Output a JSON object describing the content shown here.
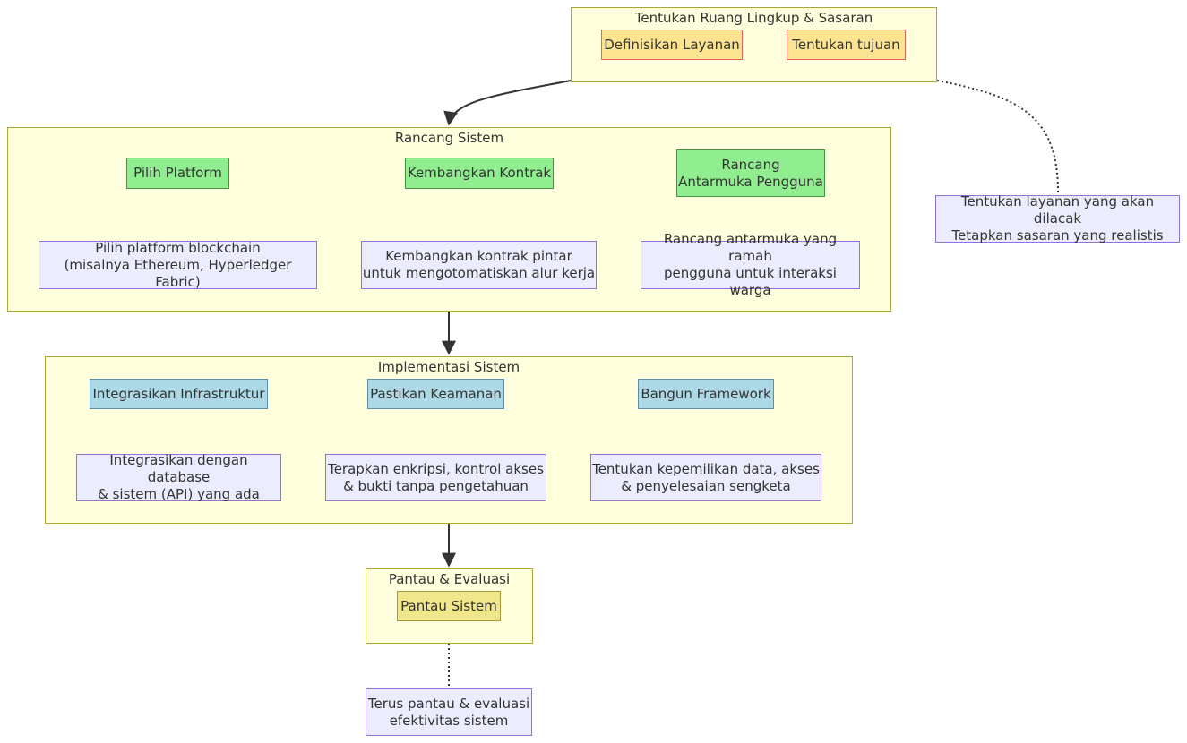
{
  "scope": {
    "title": "Tentukan Ruang Lingkup & Sasaran",
    "define_services": "Definisikan Layanan",
    "set_goals": "Tentukan tujuan",
    "note": "Tentukan layanan yang akan dilacak\nTetapkan sasaran yang realistis"
  },
  "design": {
    "title": "Rancang Sistem",
    "choose_platform": "Pilih Platform",
    "develop_contract": "Kembangkan Kontrak",
    "design_ui": "Rancang\nAntarmuka Pengguna",
    "platform_note": "Pilih platform blockchain\n(misalnya Ethereum, Hyperledger Fabric)",
    "contract_note": "Kembangkan kontrak pintar\nuntuk mengotomatiskan alur kerja",
    "ui_note": "Rancang antarmuka yang ramah\npengguna untuk interaksi warga"
  },
  "implement": {
    "title": "Implementasi Sistem",
    "integrate": "Integrasikan Infrastruktur",
    "security": "Pastikan Keamanan",
    "framework": "Bangun Framework",
    "integrate_note": "Integrasikan dengan database\n& sistem (API) yang ada",
    "security_note": "Terapkan enkripsi, kontrol akses\n& bukti tanpa pengetahuan",
    "framework_note": "Tentukan kepemilikan data, akses\n& penyelesaian sengketa"
  },
  "monitor": {
    "title": "Pantau & Evaluasi",
    "monitor_system": "Pantau Sistem",
    "note": "Terus pantau & evaluasi\nefektivitas sistem"
  },
  "colors": {
    "cluster_fill": "#ffffde",
    "cluster_stroke": "#aaaa33",
    "orange_fill": "#fce38f",
    "green_fill": "#90ee90",
    "blue_fill": "#add8e6",
    "yellow_fill": "#f0e68c",
    "note_fill": "#ececff",
    "note_stroke": "#9370db",
    "edge": "#333333"
  }
}
